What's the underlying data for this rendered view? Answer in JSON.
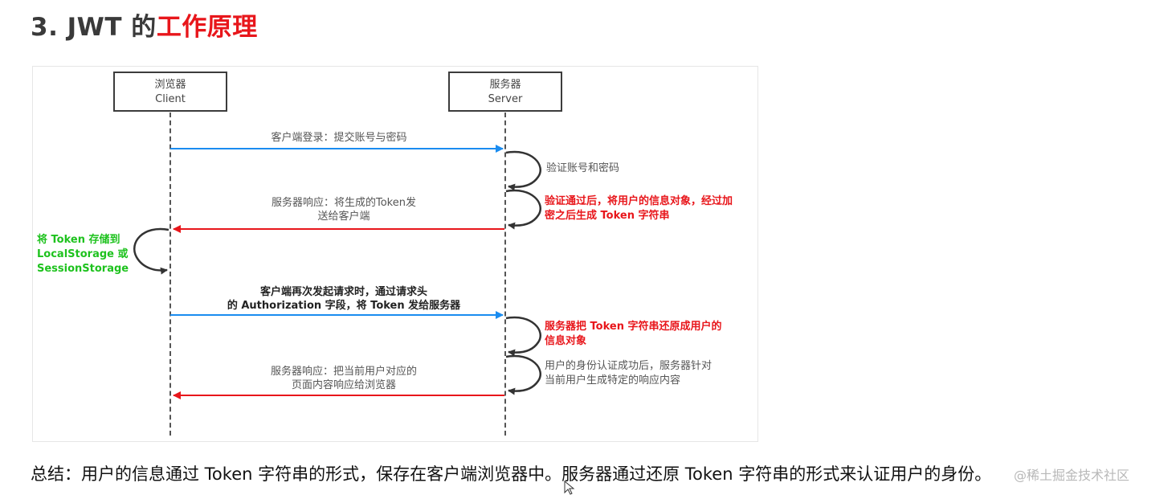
{
  "heading": {
    "prefix": "3. JWT 的",
    "highlight": "工作原理"
  },
  "actors": {
    "client": {
      "line1": "浏览器",
      "line2": "Client"
    },
    "server": {
      "line1": "服务器",
      "line2": "Server"
    }
  },
  "messages": {
    "login": "客户端登录：提交账号与密码",
    "resp1_line1": "服务器响应：将生成的Token发",
    "resp1_line2": "送给客户端",
    "req2_line1": "客户端再次发起请求时，通过请求头",
    "req2_line2": "的 Authorization 字段，将 Token 发给服务器",
    "resp2_line1": "服务器响应：把当前用户对应的",
    "resp2_line2": "页面内容响应给浏览器"
  },
  "notes": {
    "verify": "验证账号和密码",
    "encrypt_line1": "验证通过后，将用户的信息对象，经过加",
    "encrypt_line2": "密之后生成 Token 字符串",
    "store_line1": "将 Token 存储到",
    "store_line2": "LocalStorage 或",
    "store_line3": "SessionStorage",
    "restore_line1": "服务器把 Token 字符串还原成用户的",
    "restore_line2": "信息对象",
    "auth_line1": "用户的身份认证成功后，服务器针对",
    "auth_line2": "当前用户生成特定的响应内容"
  },
  "colors": {
    "request_arrow": "#1a8cf0",
    "response_arrow": "#e8161b",
    "highlight": "#e8161b",
    "store_note": "#1ec21e"
  },
  "summary": "总结：用户的信息通过 Token 字符串的形式，保存在客户端浏览器中。服务器通过还原 Token 字符串的形式来认证用户的身份。",
  "watermark": "@稀土掘金技术社区"
}
